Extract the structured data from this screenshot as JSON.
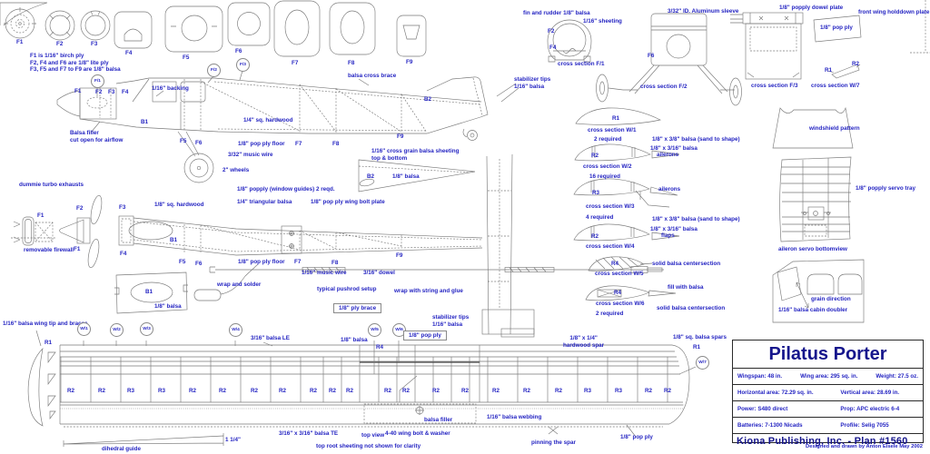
{
  "colors": {
    "annotation_blue": "#2424c2",
    "title_blue": "#16168c",
    "line_gray": "#7a7a7a"
  },
  "parts": {
    "f1": "F1",
    "f2": "F2",
    "f3": "F3",
    "f4": "F4",
    "f5": "F5",
    "f6": "F6",
    "f7": "F7",
    "f8": "F8",
    "f9": "F9",
    "b1": "B1",
    "b2": "B2",
    "r1": "R1",
    "r2": "R2",
    "r3": "R3",
    "r4": "R4"
  },
  "balloons": {
    "f1": "F/1",
    "f2": "F/2",
    "f3": "F/3",
    "w1": "W/1",
    "w2": "W/2",
    "w3": "W/3",
    "w4": "W/4",
    "w5": "W/5",
    "w6": "W/6",
    "w7": "W/7"
  },
  "wing_ribs": [
    "R2",
    "R2",
    "R3",
    "R3",
    "R2",
    "R2",
    "R2",
    "R2",
    "R2",
    "R2",
    "R2",
    "R2",
    "R2",
    "R2",
    "R2",
    "R2",
    "R2",
    "R2",
    "R3",
    "R3",
    "R2",
    "R2"
  ],
  "notes": {
    "formers_note": "F1 is 1/16\" birch ply\nF2, F4 and F6 are 1/8\" lite ply\nF3, F5 and F7 to F9 are 1/8\" balsa",
    "balsa_cross_brace": "balsa cross brace",
    "fin_rudder": "fin and rudder 1/8\" balsa",
    "sheeting_116": "1/16\" sheeting",
    "cs_f1": "cross section F/1",
    "alum_sleeve": "3/32\" ID. Aluminum sleeve",
    "cs_f2": "cross section F/2",
    "stab_tips": "stabilizer tips\n1/16\" balsa",
    "dowel_plate": "1/8\" popply dowel plate",
    "front_holddown": "front wing holddown plate",
    "pop_ply_18": "1/8\" pop ply",
    "cs_f3": "cross section F/3",
    "cs_w7": "cross section W/7",
    "backing_116": "1/16\" backing",
    "balsa_filler_note": "Balsa filler\ncut open for airflow",
    "dummy_exhausts": "dummie turbo exhausts",
    "sq_hardwood_14": "1/4\" sq. hardwood",
    "pop_ply_floor": "1/8\" pop ply floor",
    "music_wire_332": "3/32\" music wire",
    "wheels_2": "2\" wheels",
    "crossgrain": "1/16\" cross grain balsa sheeting\ntop & bottom",
    "balsa_18": "1/8\" balsa",
    "window_guides": "1/8\" popply (window guides) 2 reqd.",
    "triangular_balsa": "1/4\" triangular balsa",
    "wing_bolt_plate": "1/8\" pop ply wing bolt plate",
    "sq_hardwood_18": "1/8\" sq. hardwood",
    "removable_firewall": "removable firewall",
    "wrap_solder": "wrap and solder",
    "music_wire_116": "1/16\" music wire",
    "dowel_316": "3/16\" dowel",
    "pushrod": "typical pushrod setup",
    "wrap_string": "wrap with string and glue",
    "ply_brace": "1/8\" ply brace",
    "cs_w1": "cross section W/1",
    "cs_w2": "cross section W/2",
    "cs_w3": "cross section W/3",
    "cs_w4": "cross section W/4",
    "cs_w5": "cross section W/5",
    "cs_w6": "cross section W/6",
    "req_2": "2 required",
    "req_16": "16 required",
    "req_4": "4 required",
    "sand_shape": "1/8\" x 3/8\" balsa (sand to shape)",
    "balsa_316": "1/8\" x 3/16\" balsa",
    "ailerons": "ailerons",
    "flaps": "flaps",
    "solid_center": "solid balsa centersection",
    "fill_balsa": "fill with balsa",
    "windshield": "windshield pattern",
    "servo_tray": "1/8\" popply servo tray",
    "aileron_servo": "aileron servo bottomview",
    "grain_direction": "grain direction",
    "cabin_doubler": "1/16\" balsa cabin doubler",
    "wing_tip_braces": "1/16\" balsa wing tip and braces",
    "balsa_le": "3/16\" balsa LE",
    "hardwood_spar": "1/8\" x 1/4\"\nhardwood spar",
    "sq_balsa_spars": "1/8\" sq. balsa spars",
    "dihedral_guide": "dihedral guide",
    "balsa_te": "3/16\" x 3/16\" balsa TE",
    "top_view": "top view",
    "bolt_washer": "4-40 wing bolt &  washer",
    "root_sheeting": "top root sheeting not shown for clarity",
    "balsa_filler": "balsa filler",
    "webbing": "1/16\" balsa webbing",
    "pinning_spar": "pinning the spar",
    "dim_114": "1 1/4\""
  },
  "title_block": {
    "title": "Pilatus Porter",
    "specs_row1": [
      "Wingspan: 48 in.",
      "Wing area: 295 sq. in.",
      "Weight: 27.5 oz."
    ],
    "specs_row2": [
      "Horizontal area: 72.29  sq. in.",
      "Vertical area: 28.69 in."
    ],
    "specs_row3": [
      "Power: S480 direct",
      "Prop: APC  electric 6-4"
    ],
    "specs_row4": [
      "Batteries: 7-1300 Nicads",
      "Profile: Selig 7055"
    ],
    "publisher": "Kiona Publishing, Inc.  - Plan #1560",
    "credit": "Designed and drawn by Anton Eisele May 2002"
  }
}
